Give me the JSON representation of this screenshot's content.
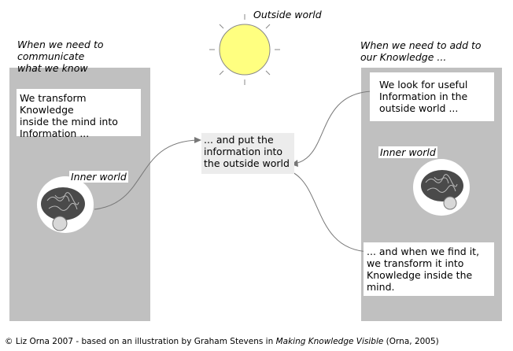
{
  "outside_world_label": "Outside world",
  "left": {
    "heading": "When we need to communicate\nwhat we know",
    "box_text": "We transform Knowledge\ninside the mind into\nInformation ...",
    "inner_world_label": "Inner world"
  },
  "center": {
    "box_text": "... and put the\ninformation into\nthe outside world"
  },
  "right": {
    "heading": "When we need to add to\nour Knowledge ...",
    "top_box_text": "We look for useful\nInformation in the\noutside world ...",
    "inner_world_label": "Inner world",
    "bottom_box_text": "... and when we find it,\nwe transform it into\nKnowledge inside the\nmind."
  },
  "footer": {
    "prefix": "© Liz Orna 2007 - based on an illustration by Graham Stevens in ",
    "book_title": "Making Knowledge Visible",
    "suffix": " (Orna, 2005)"
  },
  "colors": {
    "sun_fill": "#ffff80",
    "panel": "#c0c0c0",
    "brain": "#4a4a4a"
  }
}
